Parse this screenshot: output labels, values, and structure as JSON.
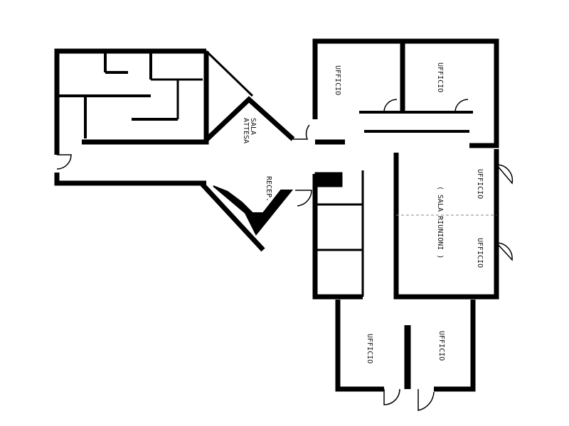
{
  "labels": {
    "office_top_left": "UFFICIO",
    "office_top_right": "UFFICIO",
    "office_right_upper": "UFFICIO",
    "office_right_lower": "UFFICIO",
    "meeting_room": "( SALA RIUNIONI )",
    "waiting_line1": "SALA",
    "waiting_line2": "ATTESA",
    "reception": "RECEP.",
    "office_bottom_left": "UFFICIO",
    "office_bottom_right": "UFFICIO"
  },
  "colors": {
    "wall": "#000000",
    "background": "#ffffff",
    "dashed": "#888888"
  }
}
